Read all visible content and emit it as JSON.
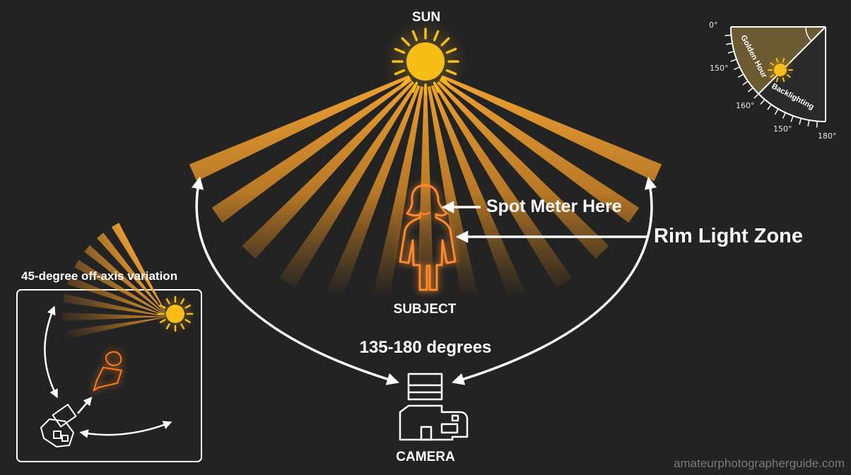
{
  "labels": {
    "sun": "SUN",
    "subject": "SUBJECT",
    "camera": "CAMERA",
    "angle_range": "135-180 degrees",
    "spot_meter": "Spot Meter Here",
    "rim_light": "Rim Light Zone"
  },
  "inset": {
    "title": "45-degree off-axis variation"
  },
  "dial": {
    "zone_golden": "Golden Hour",
    "zone_back": "Backlighting",
    "tick_0": "0°",
    "tick_150a": "150°",
    "tick_160": "160°",
    "tick_150b": "150°",
    "tick_180": "180°"
  },
  "watermark": "amateurphotographerguide.com",
  "colors": {
    "background": "#232323",
    "sun": "#f6bd16",
    "rays": "#f0a030",
    "subject_glow": "#ff7a1a",
    "dial_fill": "#6b5a32",
    "arrows": "#ffffff"
  }
}
